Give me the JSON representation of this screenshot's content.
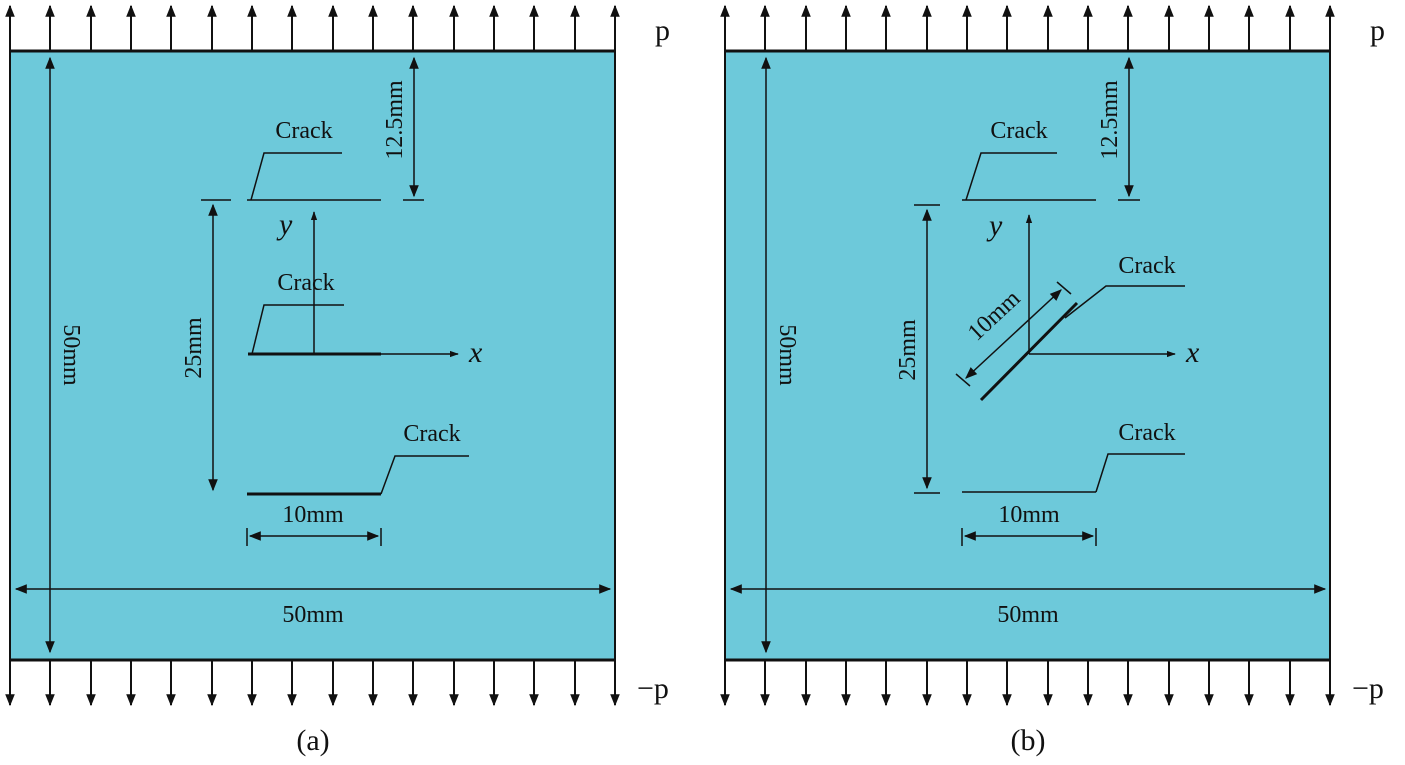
{
  "load_top_label": "p",
  "load_bottom_label": "−p",
  "crack_label": "Crack",
  "axis_x": "x",
  "axis_y": "y",
  "dims": {
    "height": "50mm",
    "width": "50mm",
    "top_offset": "12.5mm",
    "spacing": "25mm",
    "crack_length": "10mm"
  },
  "panels": [
    {
      "caption": "(a)",
      "middle_crack": "horizontal"
    },
    {
      "caption": "(b)",
      "middle_crack": "inclined"
    }
  ],
  "colors": {
    "plate": "#6dc9da",
    "ink": "#111111"
  }
}
